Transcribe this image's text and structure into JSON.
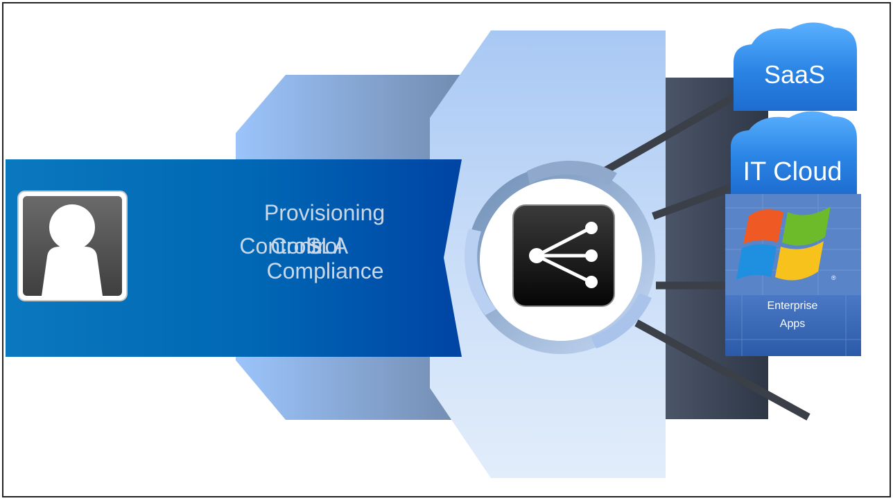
{
  "user_area": {
    "icon": "user-silhouette-icon"
  },
  "feature_labels": {
    "line1": "Provisioning",
    "overlap_a": "SLA",
    "overlap_b": "Control",
    "overlap_c": "Controls",
    "line3": "Compliance"
  },
  "hub": {
    "icon": "share-icon"
  },
  "destinations": {
    "saas": "SaaS",
    "it_cloud": "IT Cloud",
    "enterprise_line1": "Enterprise",
    "enterprise_line2": "Apps",
    "windows_logo": "windows-logo-icon",
    "registered_mark": "®"
  },
  "colors": {
    "band_dark": "#0047a0",
    "band_light": "#0a78c0",
    "chevron_light": "#8ab6f0",
    "hub_panel": "#c8dcf8",
    "server_bar": "#3e4a5c",
    "cloud_blue": "#2e86e6",
    "connector": "#3a3f48"
  }
}
